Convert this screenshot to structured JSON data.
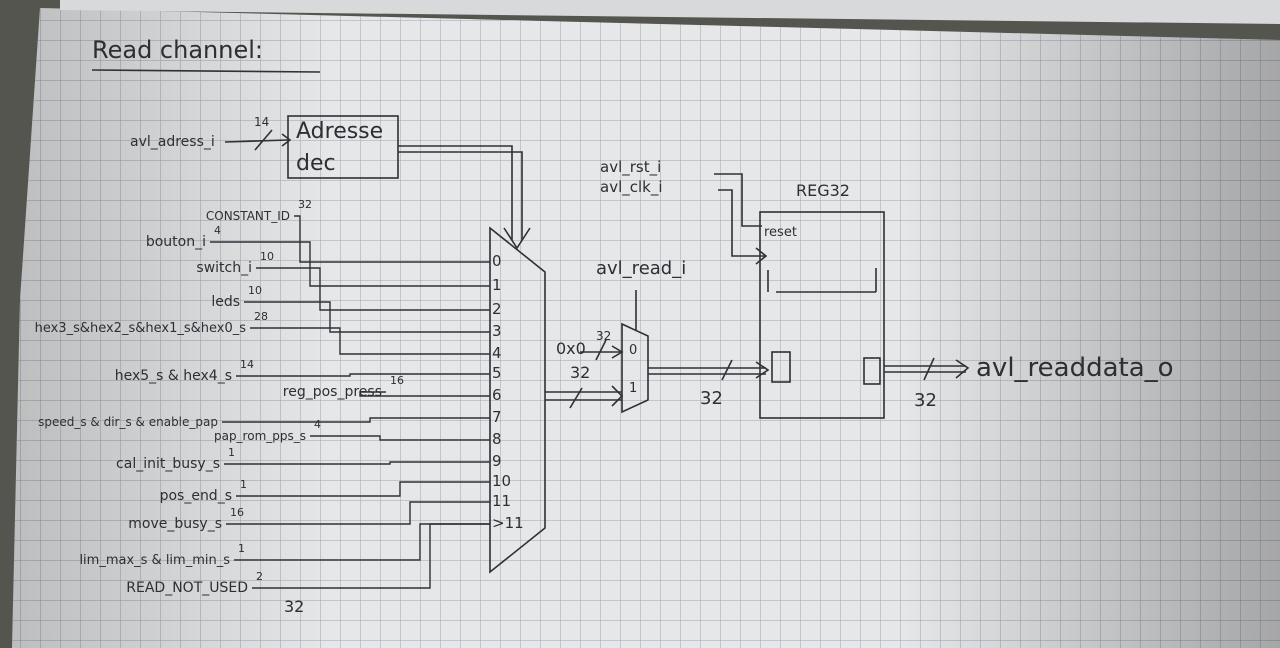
{
  "title": "Read channel:",
  "address": {
    "input": "avl_adress_i",
    "width": "14",
    "block_line1": "Adresse",
    "block_line2": "dec"
  },
  "mux_inputs": [
    {
      "label": "CONSTANT_ID",
      "width": "32"
    },
    {
      "label": "bouton_i",
      "width": "4"
    },
    {
      "label": "switch_i",
      "width": "10"
    },
    {
      "label": "leds",
      "width": "10"
    },
    {
      "label": "hex3_s&hex2_s&hex1_s&hex0_s",
      "width": "28"
    },
    {
      "label": "hex5_s & hex4_s",
      "width": "14"
    },
    {
      "label": "reg_pos_press",
      "width": "16"
    },
    {
      "label": "speed_s & dir_s & enable_pap",
      "width": ""
    },
    {
      "label": "pap_rom_pps_s",
      "width": "4"
    },
    {
      "label": "cal_init_busy_s",
      "width": "1"
    },
    {
      "label": "pos_end_s",
      "width": "1"
    },
    {
      "label": "move_busy_s",
      "width": "16"
    },
    {
      "label": "lim_max_s & lim_min_s",
      "width": "1"
    },
    {
      "label": "READ_NOT_USED",
      "width": "2"
    }
  ],
  "mux_ports": [
    "0",
    "1",
    "2",
    "3",
    "4",
    "5",
    "6",
    "7",
    "8",
    "9",
    "10",
    "11",
    ">11"
  ],
  "mux_output_width": "32",
  "select_mux": {
    "read_signal": "avl_read_i",
    "in0_value": "0x0",
    "in0_width": "32",
    "in1_width": "32",
    "port0": "0",
    "port1": "1",
    "out_width": "32"
  },
  "register": {
    "name": "REG32",
    "rst_signal": "avl_rst_i",
    "clk_signal": "avl_clk_i",
    "reset_label": "reset"
  },
  "output": {
    "label": "avl_readdata_o",
    "width": "32"
  }
}
